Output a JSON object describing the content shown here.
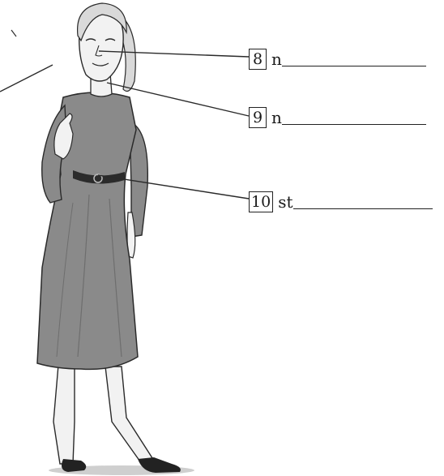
{
  "labels": [
    {
      "number": "8",
      "prefix": "n"
    },
    {
      "number": "9",
      "prefix": "n"
    },
    {
      "number": "10",
      "prefix": "st"
    }
  ],
  "colors": {
    "dress": "#8a8a8a",
    "dress_shadow": "#6e6e6e",
    "skin": "#f2f2f2",
    "outline": "#2a2a2a",
    "hair": "#d9d9d9",
    "belt": "#2b2b2b",
    "shoes": "#222222"
  }
}
